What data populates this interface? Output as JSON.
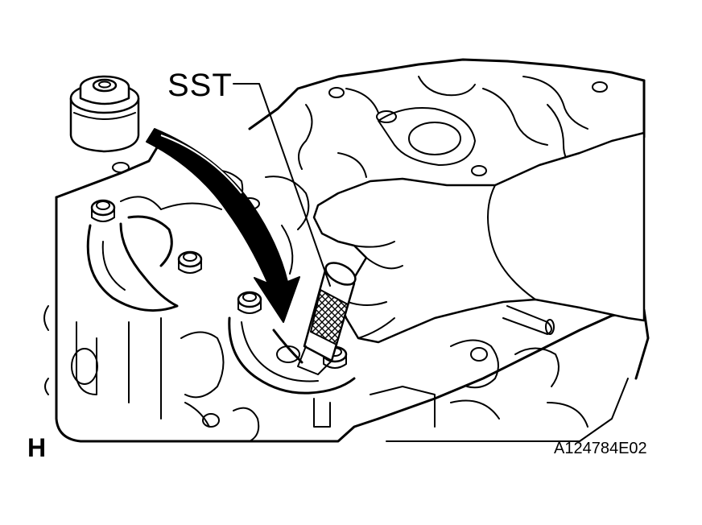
{
  "callout": {
    "sst_label": "SST"
  },
  "footer": {
    "section_letter": "H",
    "figure_code": "A124784E02"
  }
}
